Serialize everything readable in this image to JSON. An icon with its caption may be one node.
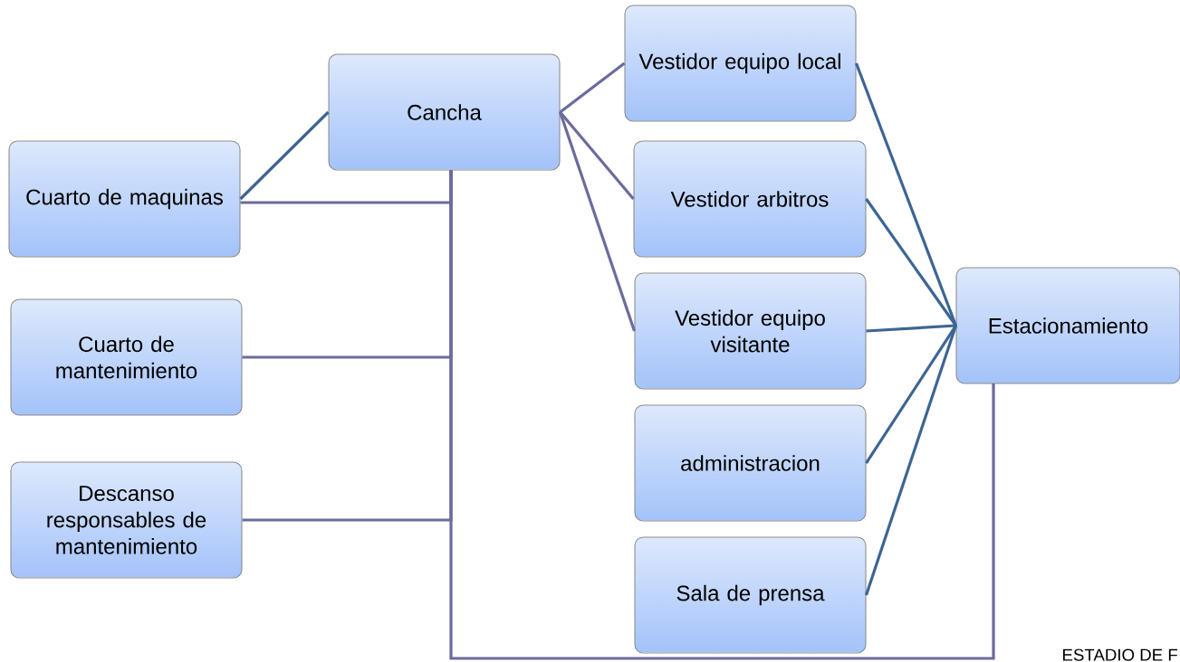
{
  "diagram": {
    "nodes": [
      {
        "text": [
          "Cancha"
        ]
      },
      {
        "text": [
          "Cuarto de maquinas"
        ]
      },
      {
        "text": [
          "Cuarto de mantenimiento"
        ]
      },
      {
        "text": [
          "Descanso responsables de mantenimiento"
        ]
      },
      {
        "text": [
          "Vestidor equipo local"
        ]
      },
      {
        "text": [
          "Vestidor arbitros"
        ]
      },
      {
        "text": [
          "Vestidor equipo visitante"
        ]
      },
      {
        "text": [
          "administracion"
        ]
      },
      {
        "text": [
          "Sala de prensa"
        ]
      },
      {
        "text": [
          "Estacionamiento"
        ]
      }
    ],
    "edges": [
      {
        "from": 1,
        "to": 0,
        "arrow": "none",
        "color": "#3d6594"
      },
      {
        "from": 0,
        "to": 4,
        "arrow": "none"
      },
      {
        "from": 0,
        "to": 5,
        "arrow": "none"
      },
      {
        "from": 0,
        "to": 6,
        "arrow": "none"
      },
      {
        "from": 0,
        "to": 1,
        "arrow": "none"
      },
      {
        "from": 0,
        "to": 2,
        "arrow": "none"
      },
      {
        "from": 0,
        "to": 3,
        "arrow": "none"
      },
      {
        "from": 0,
        "to": 9,
        "arrow": "none"
      },
      {
        "from": 4,
        "to": 9,
        "arrow": "none",
        "color": "#3d6594"
      },
      {
        "from": 5,
        "to": 9,
        "arrow": "none",
        "color": "#3d6594"
      },
      {
        "from": 6,
        "to": 9,
        "arrow": "none",
        "color": "#3d6594"
      },
      {
        "from": 7,
        "to": 9,
        "arrow": "none",
        "color": "#3d6594"
      },
      {
        "from": 8,
        "to": 9,
        "arrow": "none",
        "color": "#3d6594"
      }
    ],
    "labels": [
      "ESTADIO DE F"
    ]
  }
}
